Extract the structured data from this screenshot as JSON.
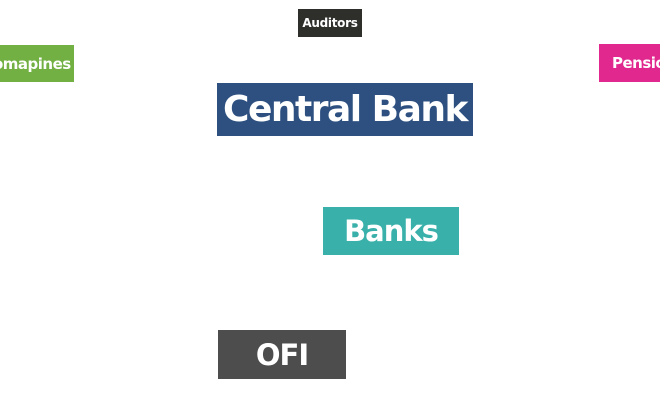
{
  "nodes": {
    "auditors": {
      "label": "Auditors",
      "color": "#2e2e2b"
    },
    "romapines": {
      "label": "omapines",
      "color": "#72b043"
    },
    "pension": {
      "label": "Pensio",
      "color": "#e0288e"
    },
    "central_bank": {
      "label": "Central Bank",
      "color": "#2d5080"
    },
    "banks": {
      "label": "Banks",
      "color": "#3ab0aa"
    },
    "ofi": {
      "label": "OFI",
      "color": "#4d4d4d"
    }
  }
}
